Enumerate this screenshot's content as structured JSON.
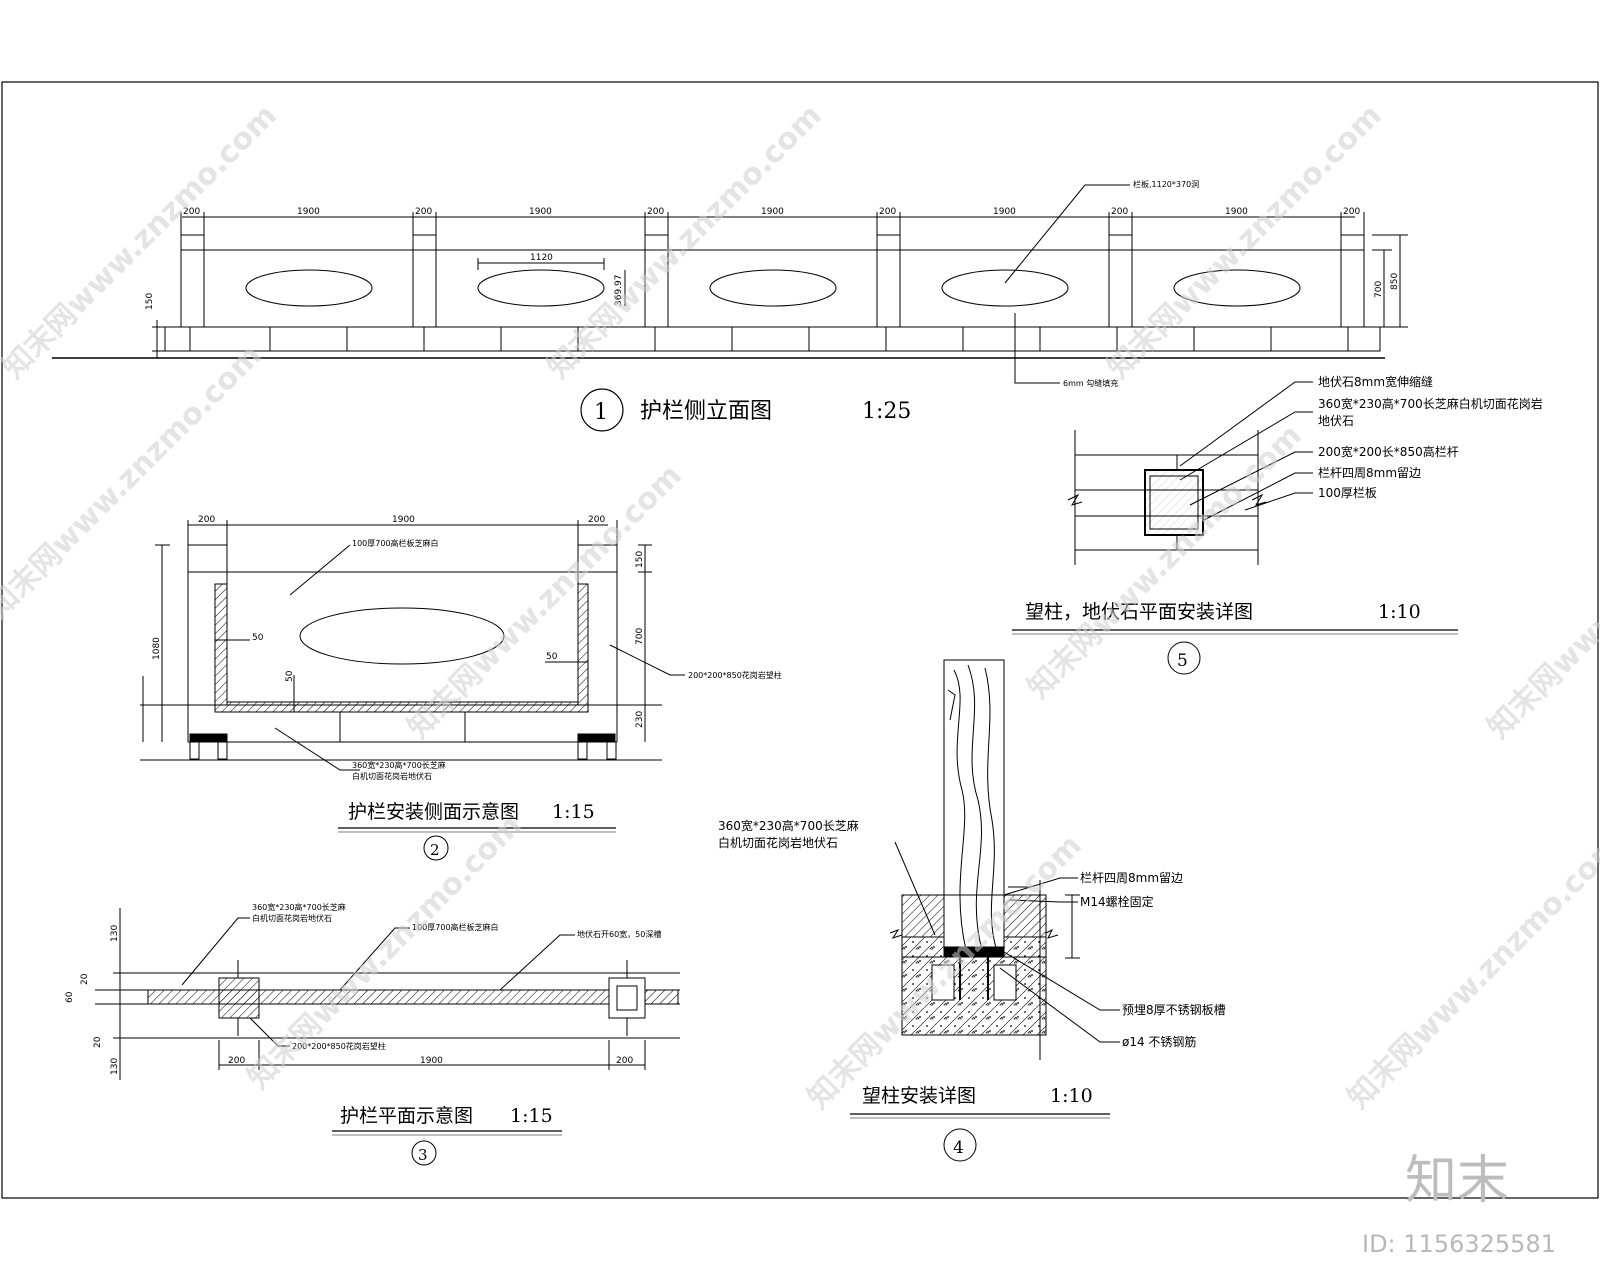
{
  "titles": {
    "t1": {
      "num": "1",
      "text": "护栏侧立面图",
      "scale": "1:25"
    },
    "t2": {
      "num": "2",
      "text": "护栏安装侧面示意图",
      "scale": "1:15"
    },
    "t3": {
      "num": "3",
      "text": "护栏平面示意图",
      "scale": "1:15"
    },
    "t4": {
      "num": "4",
      "text": "望柱安装详图",
      "scale": "1:10"
    },
    "t5": {
      "num": "5",
      "text": "望柱，地伏石平面安装详图",
      "scale": "1:10"
    }
  },
  "elevation": {
    "post_dim": "200",
    "bay_dim": "1900",
    "oval_width": "1120",
    "oval_height": "369.97",
    "base_h": "150",
    "rail_h": "700",
    "total_h": "850",
    "note_board": "栏板,1120*370洞",
    "note_joint": "6mm 勾缝填充"
  },
  "side": {
    "w_left": "200",
    "w_mid": "1900",
    "w_right": "200",
    "h_total": "1080",
    "h_top": "150",
    "h_rail": "700",
    "h_base": "230",
    "d50a": "50",
    "d50b": "50",
    "d50c": "50",
    "note_board": "100厚700高栏板芝麻白",
    "note_post": "200*200*850花岗岩望柱",
    "note_base1": "360宽*230高*700长芝麻",
    "note_base2": "白机切面花岗岩地伏石"
  },
  "plan": {
    "d130a": "130",
    "d20a": "20",
    "d60": "60",
    "d20b": "20",
    "d130b": "130",
    "w200a": "200",
    "w1900": "1900",
    "w200b": "200",
    "note_base1": "360宽*230高*700长芝麻",
    "note_base2": "白机切面花岗岩地伏石",
    "note_board": "100厚700高栏板芝麻白",
    "note_groove": "地伏石开60宽，50深槽",
    "note_post": "200*200*850花岗岩望柱"
  },
  "detail4": {
    "note1a": "360宽*230高*700长芝麻",
    "note1b": "白机切面花岗岩地伏石",
    "note2": "栏杆四周8mm留边",
    "note3": "M14螺栓固定",
    "note4": "预埋8厚不锈钢板槽",
    "note5": "ø14 不锈钢筋"
  },
  "detail5": {
    "note1": "地伏石8mm宽伸缩缝",
    "note2a": "360宽*230高*700长芝麻白机切面花岗岩",
    "note2b": "地伏石",
    "note3": "200宽*200长*850高栏杆",
    "note4": "栏杆四周8mm留边",
    "note5": "100厚栏板"
  },
  "watermark": {
    "text": "知末网www.znzmo.com",
    "brand": "知末",
    "id": "ID: 1156325581"
  }
}
